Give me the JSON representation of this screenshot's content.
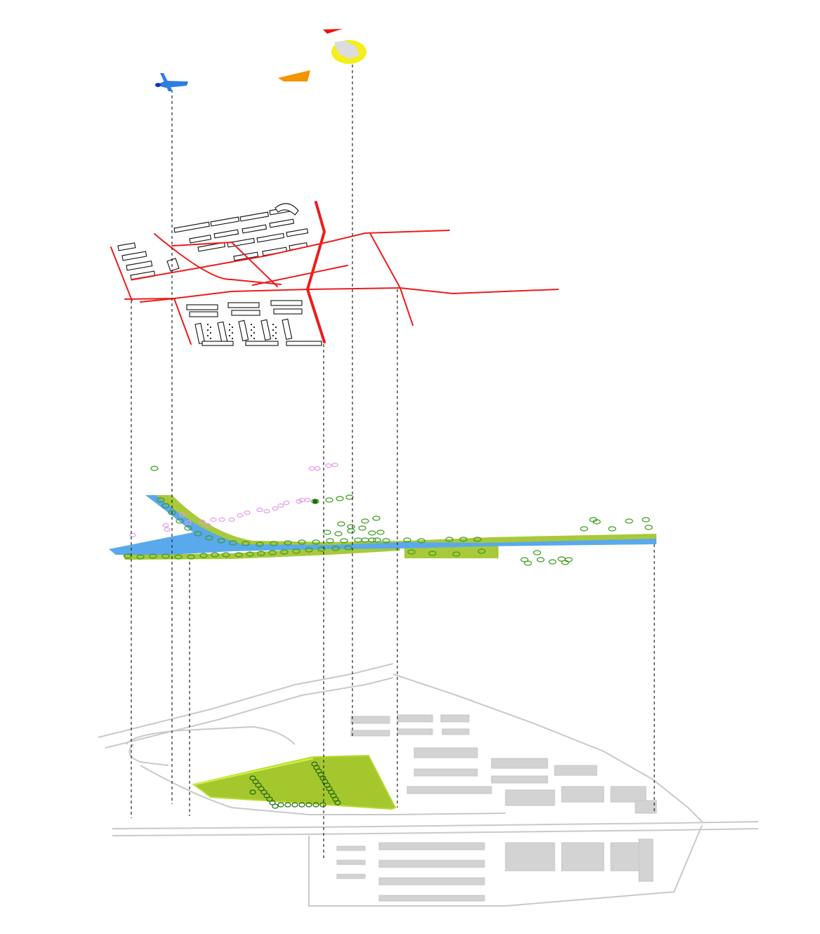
{
  "diagram": {
    "type": "exploded-axonometric-layers",
    "layers": [
      {
        "name": "landmark-icons",
        "items": [
          "plane-icon",
          "orange-flag-shape",
          "red-flag-shape",
          "stadium-icon"
        ]
      },
      {
        "name": "road-network-and-buildings"
      },
      {
        "name": "river-and-green-corridor"
      },
      {
        "name": "base-site-plan"
      }
    ]
  },
  "colors": {
    "background": "#ffffff",
    "road": "#ee1c1c",
    "building_outline": "#111111",
    "river": "#5aa9ec",
    "green_strip": "#a8c93a",
    "park": "#a4c72e",
    "tree_outline": "#3c9b1e",
    "pink_tree": "#e59ae8",
    "base_map": "#c9c9c9",
    "guide_line": "#222222",
    "plane": "#2f7de0",
    "orange_flag": "#f39400",
    "red_flag": "#ee1111",
    "stadium_ring": "#f2ef1a",
    "stadium_core": "#dcdcdc"
  }
}
